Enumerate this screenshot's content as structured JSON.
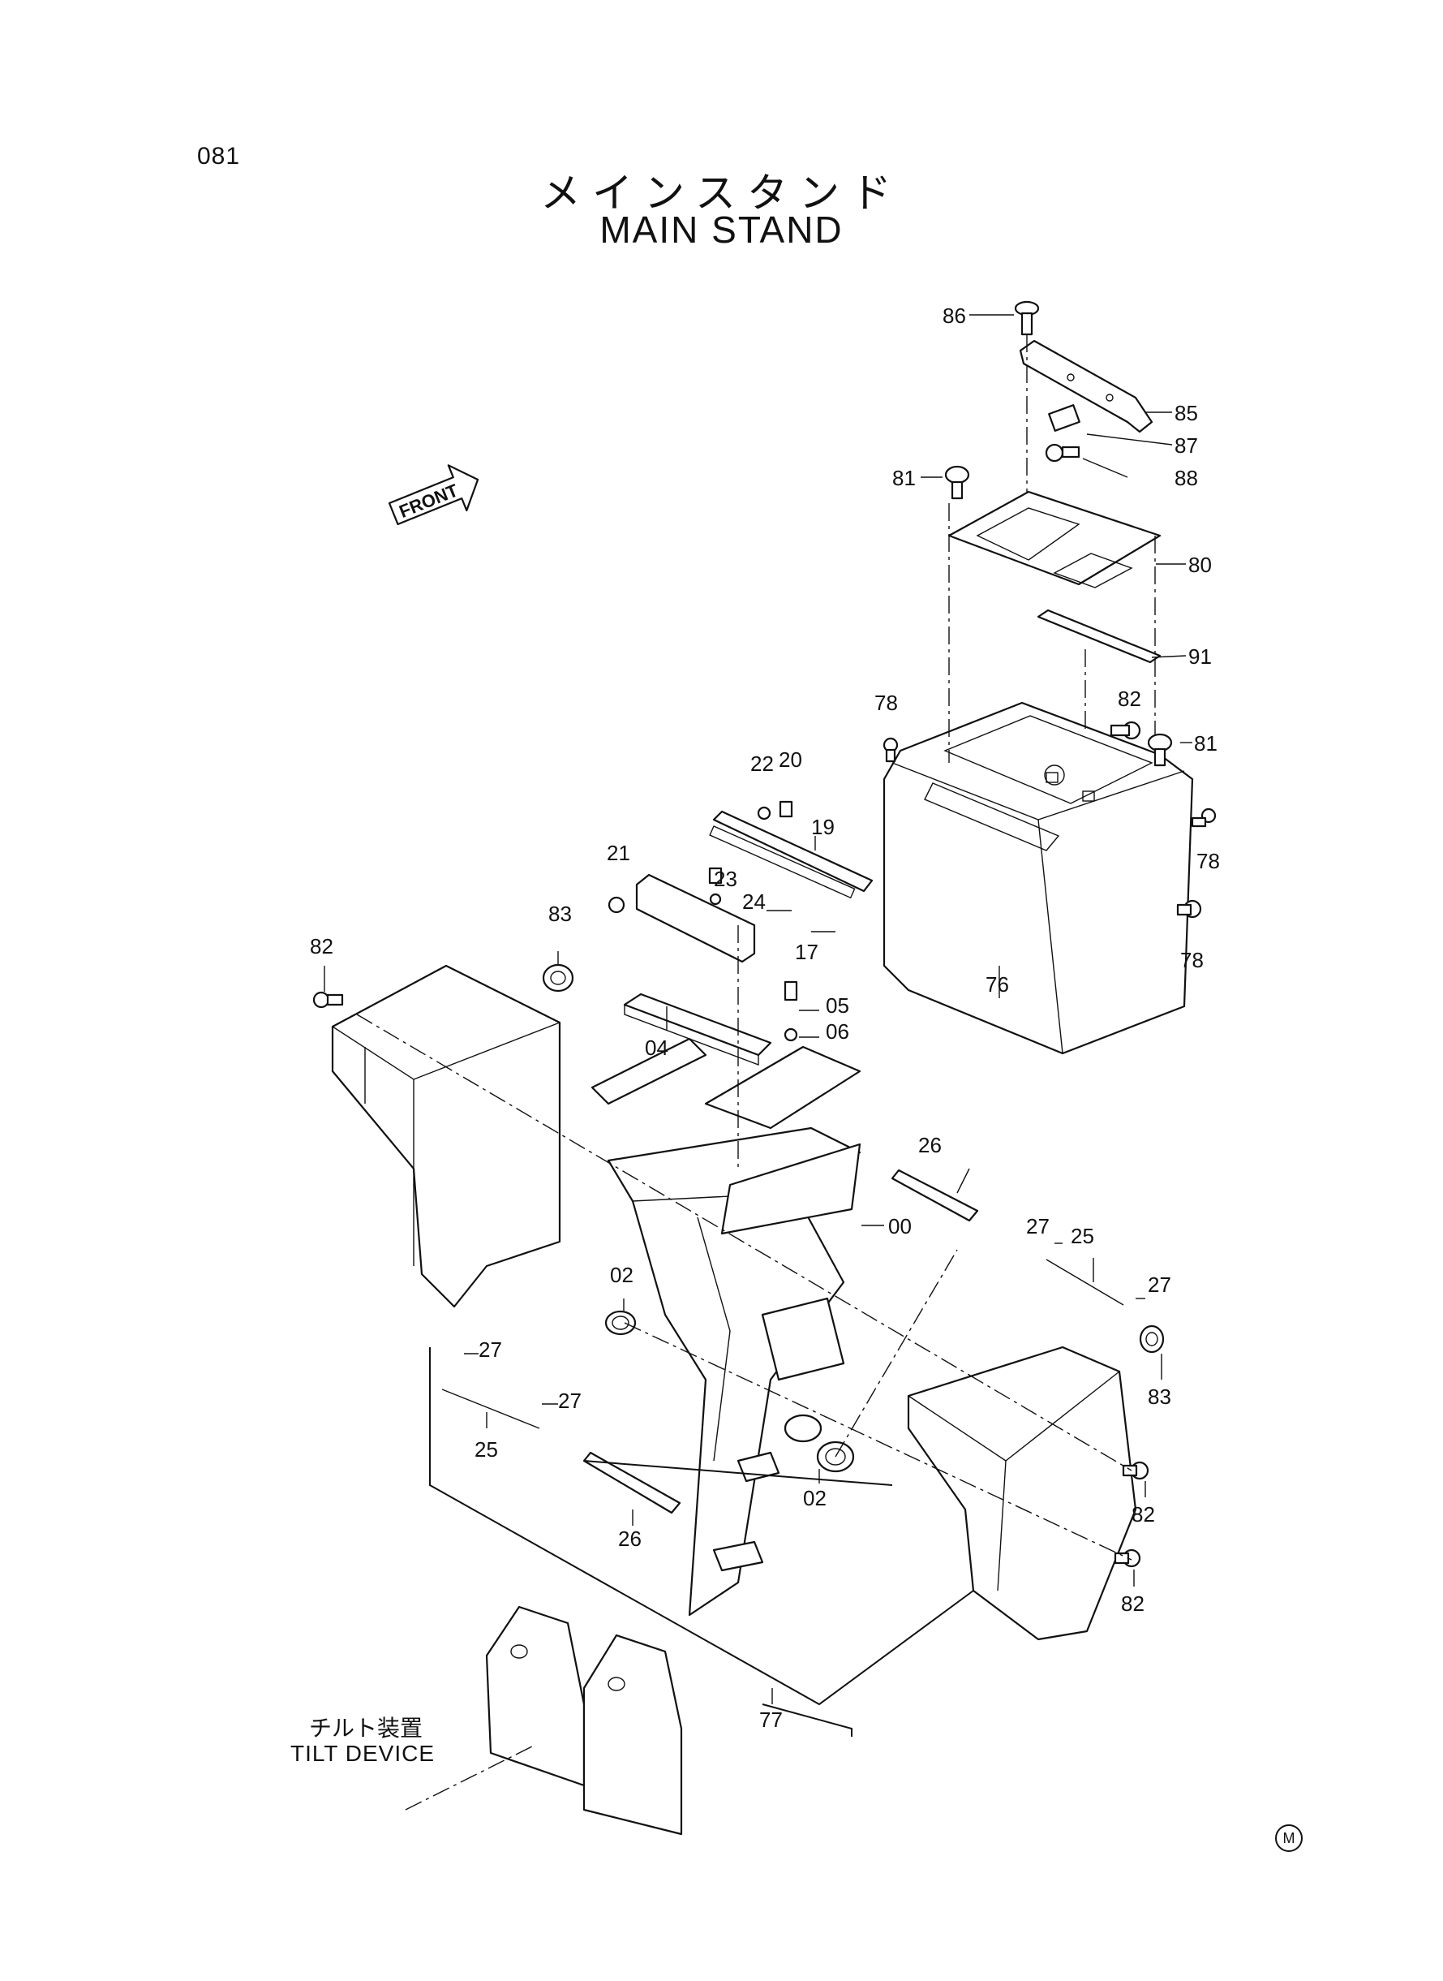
{
  "page_number": "081",
  "title_jp": "メインスタンド",
  "title_en": "MAIN STAND",
  "front_label": "FRONT",
  "tilt_device_jp": "チルト装置",
  "tilt_device_en": "TILT DEVICE",
  "corner_mark": "M",
  "part_labels": {
    "p86": "86",
    "p85": "85",
    "p87": "87",
    "p88": "88",
    "p81a": "81",
    "p80": "80",
    "p91": "91",
    "p78a": "78",
    "p82a": "82",
    "p81b": "81",
    "p78b": "78",
    "p78c": "78",
    "p76": "76",
    "p22": "22",
    "p20": "20",
    "p19": "19",
    "p21": "21",
    "p23": "23",
    "p24": "24",
    "p17": "17",
    "p83a": "83",
    "p82b": "82",
    "p05": "05",
    "p06": "06",
    "p04": "04",
    "p26a": "26",
    "p27a": "27",
    "p25a": "25",
    "p27b": "27",
    "p00": "00",
    "p02a": "02",
    "p27c": "27",
    "p27d": "27",
    "p25b": "25",
    "p83b": "83",
    "p02b": "02",
    "p82c": "82",
    "p26b": "26",
    "p82d": "82",
    "p77": "77"
  }
}
